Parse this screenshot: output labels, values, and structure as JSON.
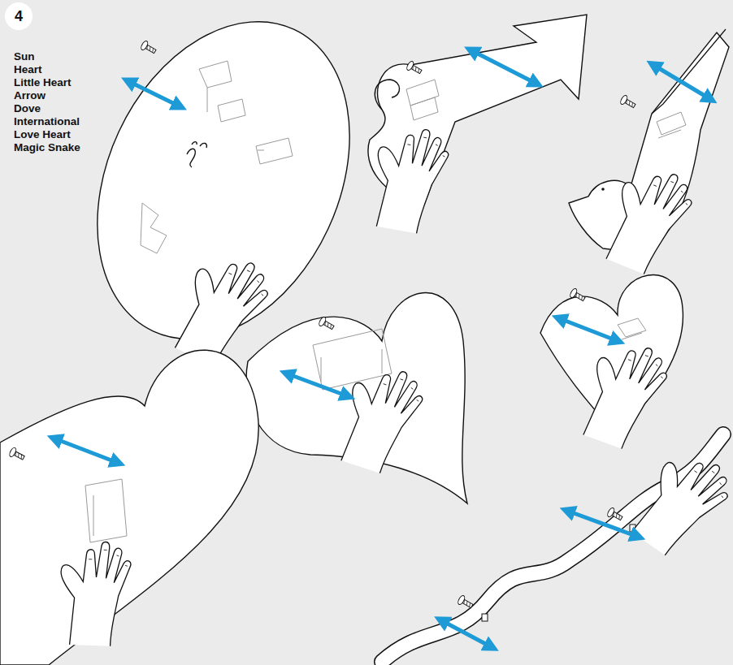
{
  "diagram": {
    "labels": [
      "4",
      "Sun",
      "Heart",
      "Little Heart",
      "Arrow",
      "Dove",
      "International",
      "Love Heart",
      "Magic Snake"
    ]
  }
}
